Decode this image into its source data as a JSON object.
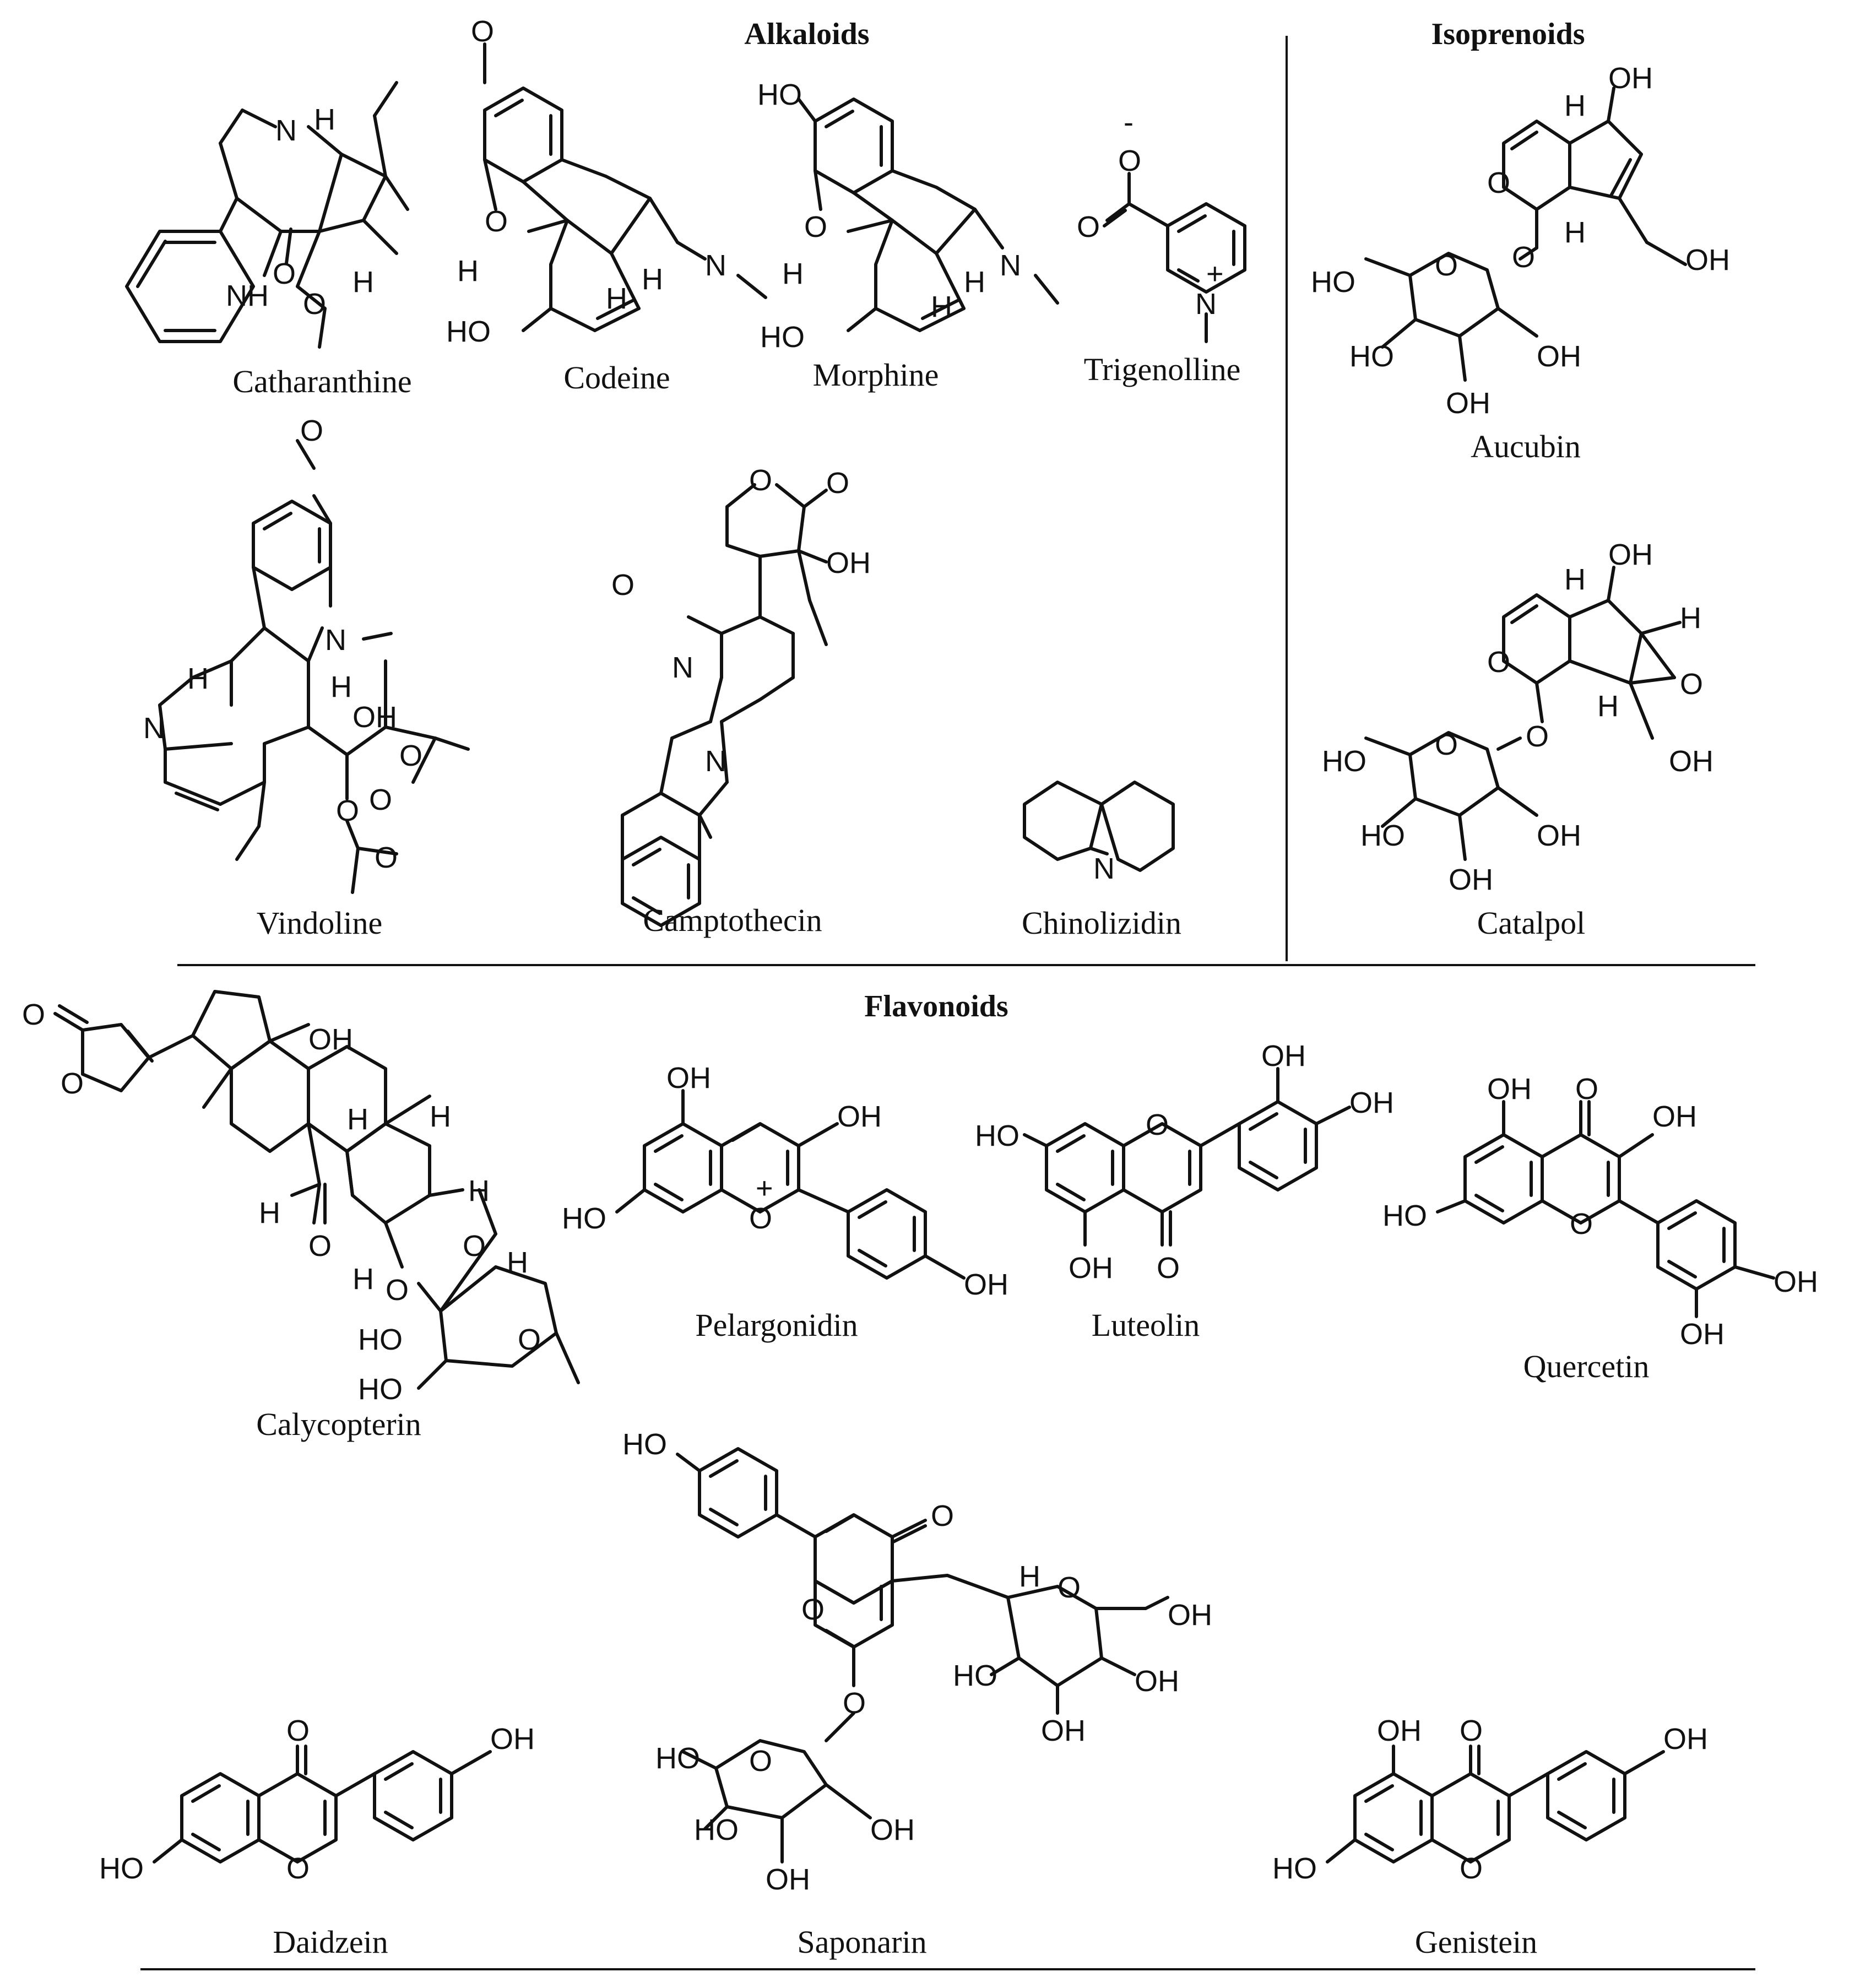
{
  "sections": {
    "alkaloids": "Alkaloids",
    "isoprenoids": "Isoprenoids",
    "flavonoids": "Flavonoids"
  },
  "compounds": [
    {
      "id": "catharanthine",
      "name": "Catharanthine",
      "section": "alkaloids",
      "atom_labels": [
        "N",
        "H",
        "NH",
        "O",
        "O",
        "H"
      ]
    },
    {
      "id": "codeine",
      "name": "Codeine",
      "section": "alkaloids",
      "atom_labels": [
        "O",
        "O",
        "H",
        "HO",
        "H",
        "H",
        "N"
      ]
    },
    {
      "id": "morphine",
      "name": "Morphine",
      "section": "alkaloids",
      "atom_labels": [
        "HO",
        "O",
        "H",
        "HO",
        "H",
        "H",
        "N"
      ]
    },
    {
      "id": "trigenolline",
      "name": "Trigenolline",
      "section": "alkaloids",
      "atom_labels": [
        "O",
        "O",
        "N",
        "-",
        "+"
      ]
    },
    {
      "id": "vindoline",
      "name": "Vindoline",
      "section": "alkaloids",
      "atom_labels": [
        "O",
        "N",
        "H",
        "H",
        "N",
        "OH",
        "O",
        "O",
        "O",
        "O"
      ]
    },
    {
      "id": "camptothecin",
      "name": "Camptothecin",
      "section": "alkaloids",
      "atom_labels": [
        "O",
        "O",
        "OH",
        "O",
        "N",
        "N"
      ]
    },
    {
      "id": "chinolizidin",
      "name": "Chinolizidin",
      "section": "alkaloids",
      "atom_labels": [
        "N"
      ]
    },
    {
      "id": "aucubin",
      "name": "Aucubin",
      "section": "isoprenoids",
      "atom_labels": [
        "H",
        "OH",
        "O",
        "H",
        "OH",
        "HO",
        "O",
        "O",
        "HO",
        "OH",
        "OH"
      ]
    },
    {
      "id": "catalpol",
      "name": "Catalpol",
      "section": "isoprenoids",
      "atom_labels": [
        "H",
        "OH",
        "H",
        "O",
        "O",
        "H",
        "OH",
        "HO",
        "O",
        "O",
        "HO",
        "OH",
        "OH"
      ]
    },
    {
      "id": "calycopterin",
      "name": "Calycopterin",
      "section": "flavonoids",
      "atom_labels": [
        "O",
        "O",
        "OH",
        "H",
        "H",
        "H",
        "O",
        "H",
        "H",
        "O",
        "O",
        "H",
        "HO",
        "O",
        "HO"
      ]
    },
    {
      "id": "pelargonidin",
      "name": "Pelargonidin",
      "section": "flavonoids",
      "atom_labels": [
        "OH",
        "OH",
        "HO",
        "O",
        "+",
        "OH"
      ]
    },
    {
      "id": "luteolin",
      "name": "Luteolin",
      "section": "flavonoids",
      "atom_labels": [
        "OH",
        "OH",
        "HO",
        "O",
        "OH",
        "O"
      ]
    },
    {
      "id": "quercetin",
      "name": "Quercetin",
      "section": "flavonoids",
      "atom_labels": [
        "OH",
        "O",
        "OH",
        "HO",
        "O",
        "OH",
        "OH"
      ]
    },
    {
      "id": "daidzein",
      "name": "Daidzein",
      "section": "flavonoids",
      "atom_labels": [
        "O",
        "OH",
        "HO",
        "O"
      ]
    },
    {
      "id": "saponarin",
      "name": "Saponarin",
      "section": "flavonoids",
      "atom_labels": [
        "HO",
        "O",
        "O",
        "H",
        "O",
        "OH",
        "HO",
        "OH",
        "OH",
        "O",
        "HO",
        "O",
        "HO",
        "OH",
        "OH"
      ]
    },
    {
      "id": "genistein",
      "name": "Genistein",
      "section": "flavonoids",
      "atom_labels": [
        "OH",
        "O",
        "OH",
        "HO",
        "O"
      ]
    }
  ]
}
